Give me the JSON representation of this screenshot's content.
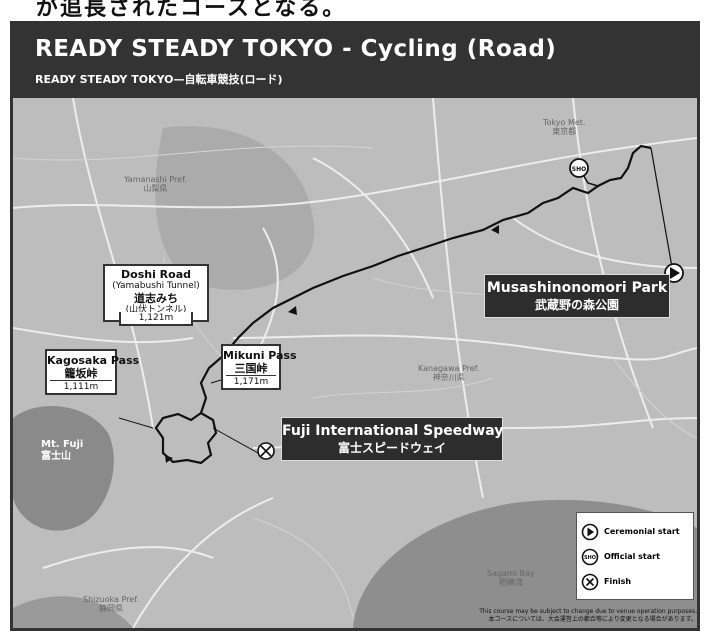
{
  "top_caption": "が追長されたコースとなる。",
  "header": {
    "title": "READY STEADY TOKYO - Cycling (Road)",
    "subtitle": "READY STEADY TOKYO—自転車競技(ロード)"
  },
  "places": {
    "yamanashi": [
      "Yamanashi Pref.",
      "山梨県"
    ],
    "tokyo": [
      "Tokyo Met.",
      "東京都"
    ],
    "kanagawa": [
      "Kanagawa Pref.",
      "神奈川県"
    ],
    "shizuoka": [
      "Shizuoka Pref.",
      "静岡県"
    ],
    "sagami_bay": [
      "Sagami Bay",
      "相模湾"
    ],
    "mt_fuji": [
      "Mt. Fuji",
      "富士山"
    ]
  },
  "labels": {
    "doshi": {
      "name": "Doshi Road",
      "sub": "(Yamabushi Tunnel)",
      "jp": "道志みち",
      "jp_sub": "(山伏トンネル)",
      "elev": "1,121m"
    },
    "kagosaka": {
      "name": "Kagosaka Pass",
      "jp": "籠坂峠",
      "elev": "1,111m"
    },
    "mikuni": {
      "name": "Mikuni Pass",
      "jp": "三国峠",
      "elev": "1,171m"
    }
  },
  "callouts": {
    "musashino": {
      "en": "Musashinonomori Park",
      "jp": "武蔵野の森公園"
    },
    "fuji_speedway": {
      "en": "Fuji International Speedway",
      "jp": "富士スピードウェイ"
    }
  },
  "legend": {
    "ceremonial": "Ceremonial start",
    "official": "Official start",
    "finish": "Finish",
    "official_glyph": "SHO"
  },
  "disclaimer": {
    "en": "This course may be subject to change due to venue operation purposes.",
    "jp": "本コースについては、大会運営上の都合等により変更となる場合があります。"
  },
  "colors": {
    "header_bg": "#333333",
    "map_bg": "#bdbdbd",
    "water": "#8e8e8e",
    "route": "#111111"
  }
}
